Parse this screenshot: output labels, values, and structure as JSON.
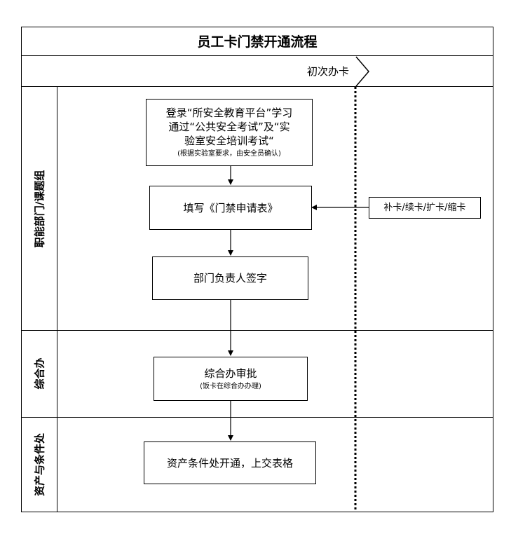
{
  "title": "员工卡门禁开通流程",
  "phase": "初次办卡",
  "lanes": [
    "职能部门/课题组",
    "综合办",
    "资产与条件处"
  ],
  "steps": {
    "study": {
      "lines": [
        "登录“所安全教育平台”学习",
        "通过“公共安全考试”及“实",
        "验室安全培训考试“"
      ],
      "note": "(根据实验室要求，由安全员确认)"
    },
    "form": "填写《门禁申请表》",
    "sign": "部门负责人签字",
    "approve": {
      "main": "综合办审批",
      "note": "(饭卡在综合办办理)"
    },
    "open": "资产条件处开通，上交表格"
  },
  "side_box": "补卡/续卡/扩卡/缩卡"
}
